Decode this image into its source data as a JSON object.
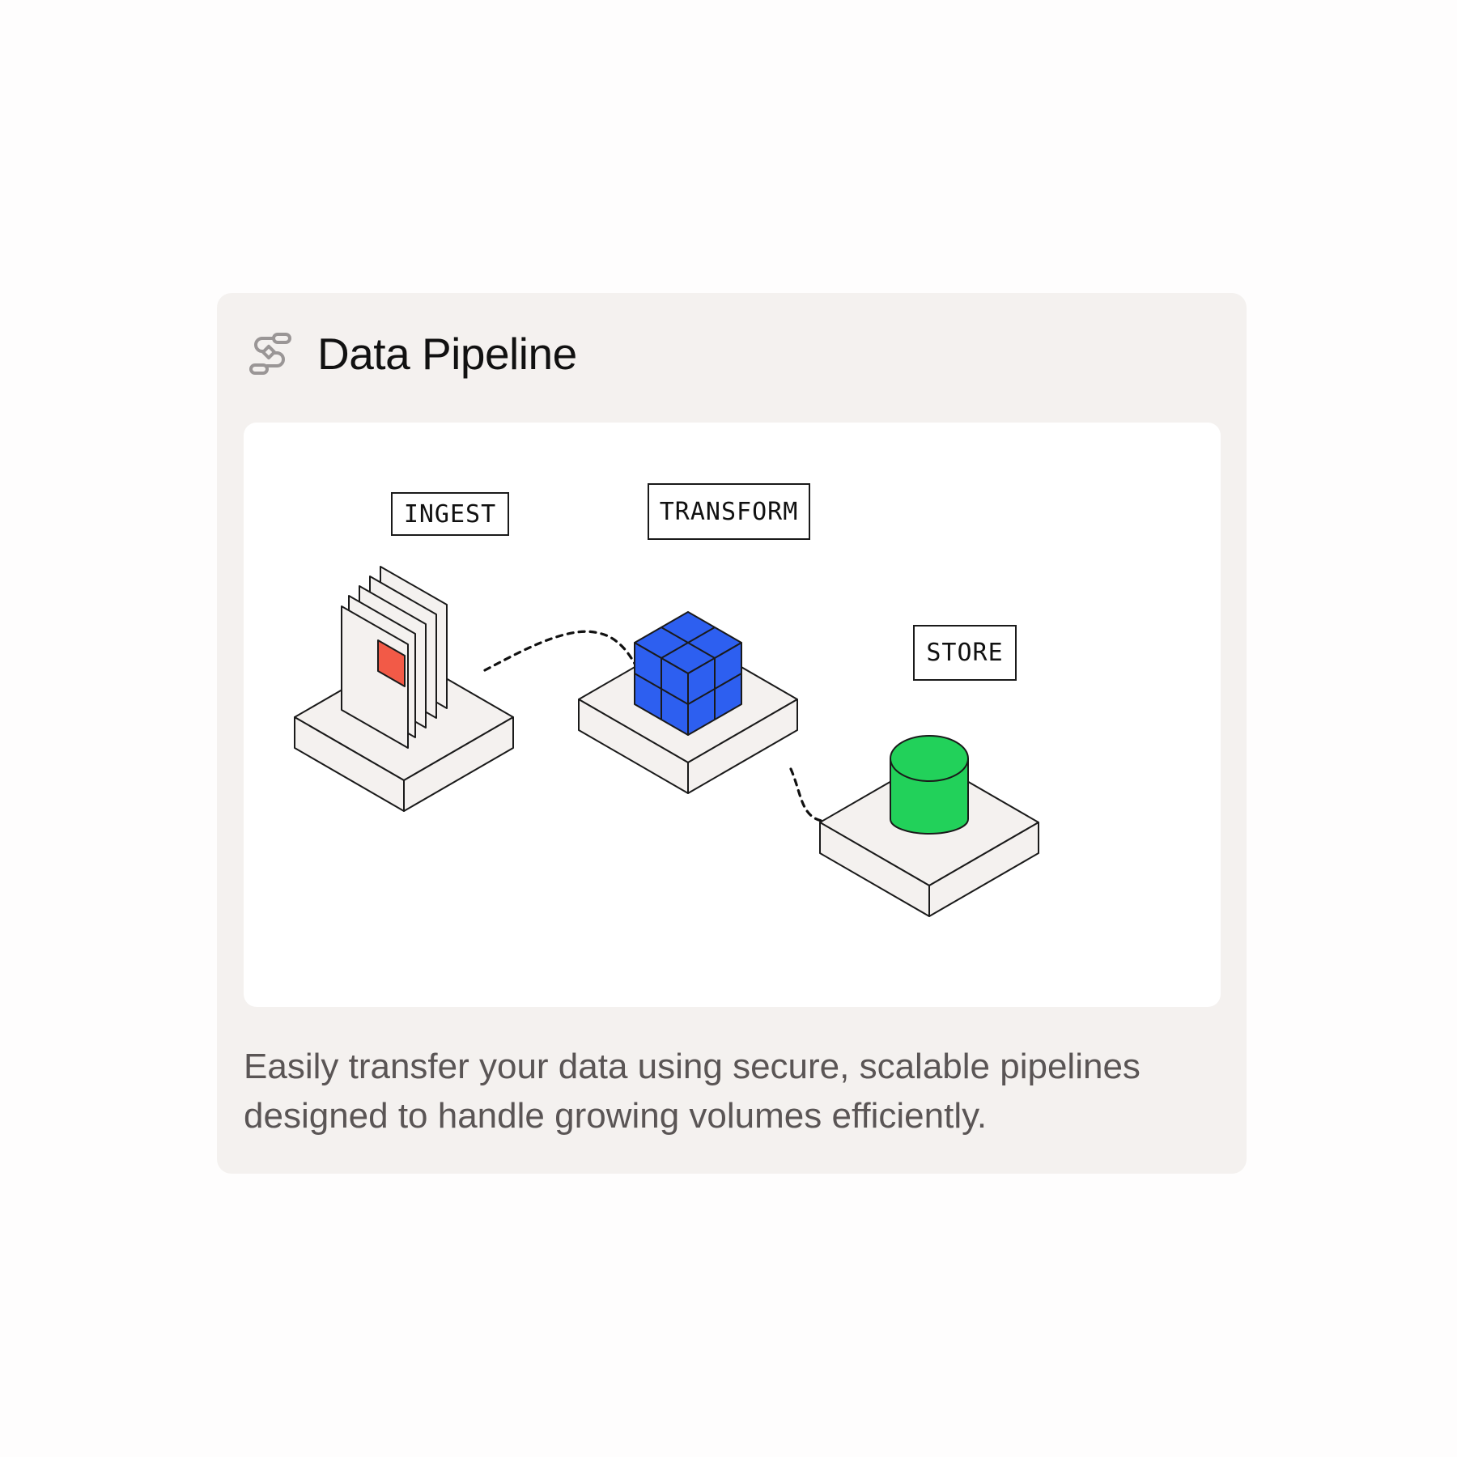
{
  "card": {
    "icon": "workflow-icon",
    "title": "Data Pipeline",
    "description": "Easily transfer your data using secure, scalable pipelines designed to handle growing volumes efficiently."
  },
  "diagram": {
    "stages": [
      {
        "label": "INGEST",
        "object": "stacked-documents",
        "accent": "#f25a47"
      },
      {
        "label": "TRANSFORM",
        "object": "cube",
        "accent": "#2d5ff0"
      },
      {
        "label": "STORE",
        "object": "database-cylinder",
        "accent": "#22d15a"
      }
    ],
    "colors": {
      "platform": "#f4f1ef",
      "outline": "#1a1a1a",
      "connector": "#111111"
    }
  }
}
